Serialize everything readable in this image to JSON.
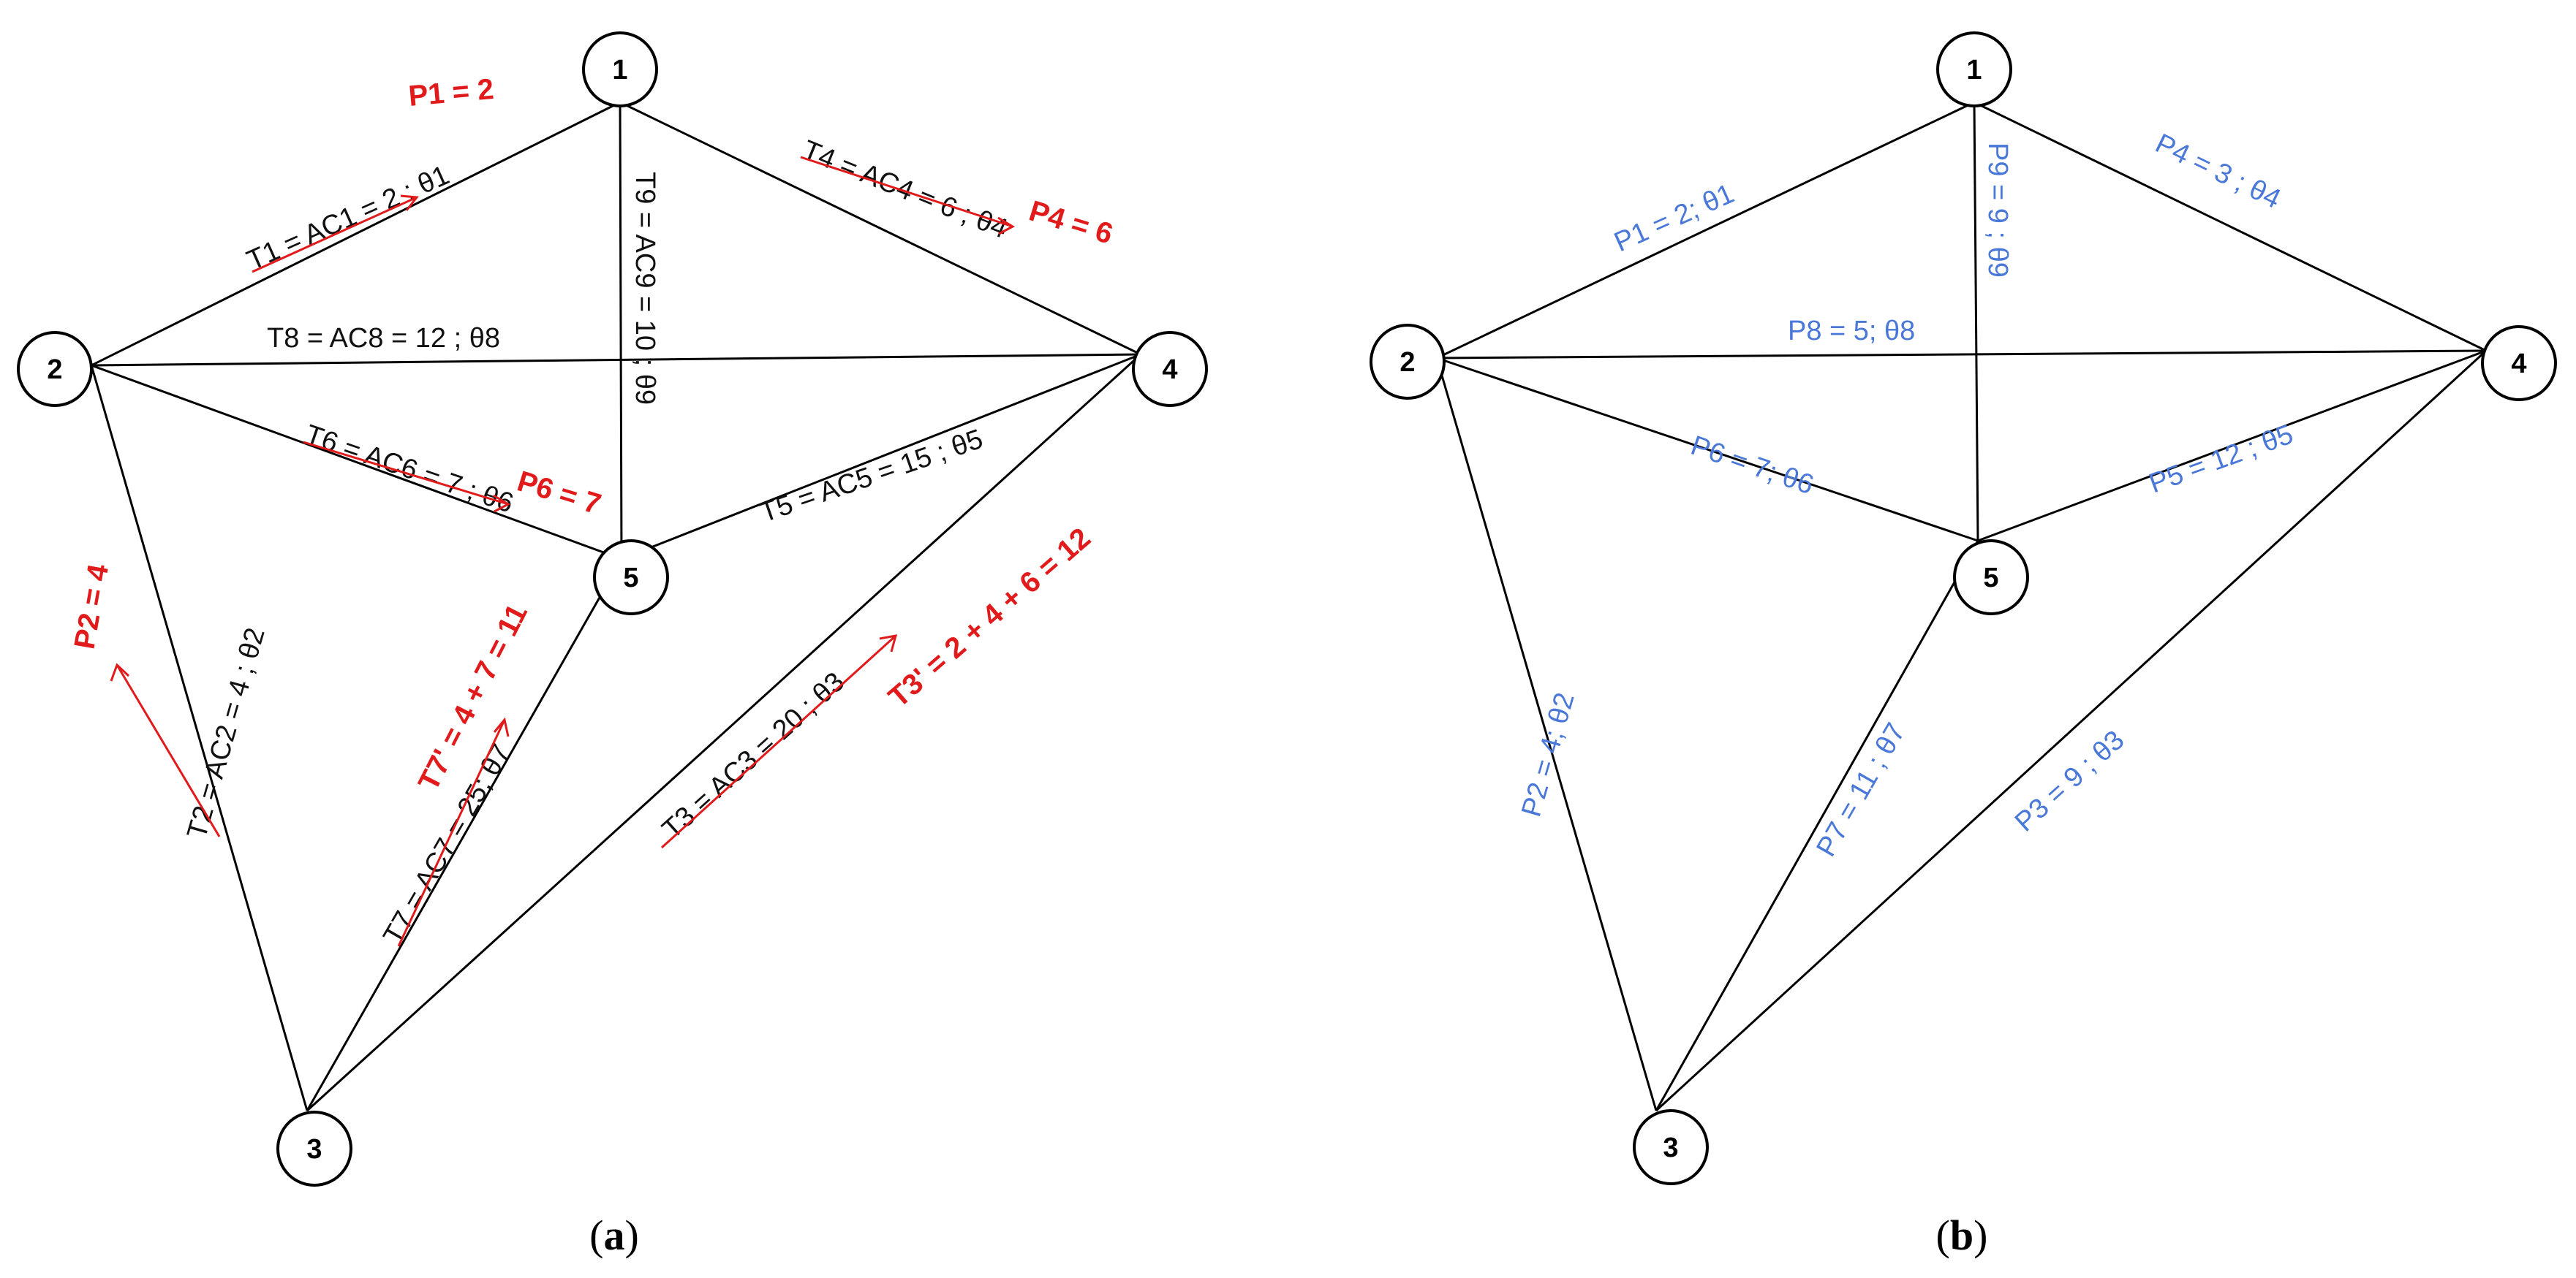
{
  "nodes": [
    "1",
    "2",
    "3",
    "4",
    "5"
  ],
  "panel_a": {
    "caption_open": "(",
    "caption_letter": "a",
    "caption_close": ")",
    "edge_labels": {
      "t1": "T1 = AC1 = 2 ; θ1",
      "t2": "T2 = AC2 = 4 ; θ2",
      "t3": "T3 = AC3 = 20 ; θ3",
      "t4": "T4 = AC4 = 6 ; θ4",
      "t5": "T5 = AC5 = 15 ; θ5",
      "t6": "T6 = AC6 = 7 ; θ6",
      "t7": "T7 = AC7 = 25; θ7",
      "t8": "T8 = AC8 = 12 ; θ8",
      "t9": "T9 = AC9 = 10 ; θ9"
    },
    "red_labels": {
      "p1": "P1 = 2",
      "p2": "P2 = 4",
      "p4": "P4 = 6",
      "p6": "P6 = 7",
      "t7p": "T7' = 4 + 7 = 11",
      "t3p": "T3' = 2 + 4 + 6 = 12"
    }
  },
  "panel_b": {
    "caption_open": "(",
    "caption_letter": "b",
    "caption_close": ")",
    "edge_labels": {
      "p1": "P1 = 2; θ1",
      "p2": "P2 = 4; θ2",
      "p3": "P3 = 9 ; θ3",
      "p4": "P4 = 3 ; θ4",
      "p5": "P5 = 12 ; θ5",
      "p6": "P6 = 7; θ6",
      "p7": "P7 = 11 ; θ7",
      "p8": "P8 = 5; θ8",
      "p9": "P9 = 9 ; θ9"
    }
  },
  "colors": {
    "red": "#e11b1b",
    "blue": "#4a78d8",
    "line": "#000000"
  }
}
